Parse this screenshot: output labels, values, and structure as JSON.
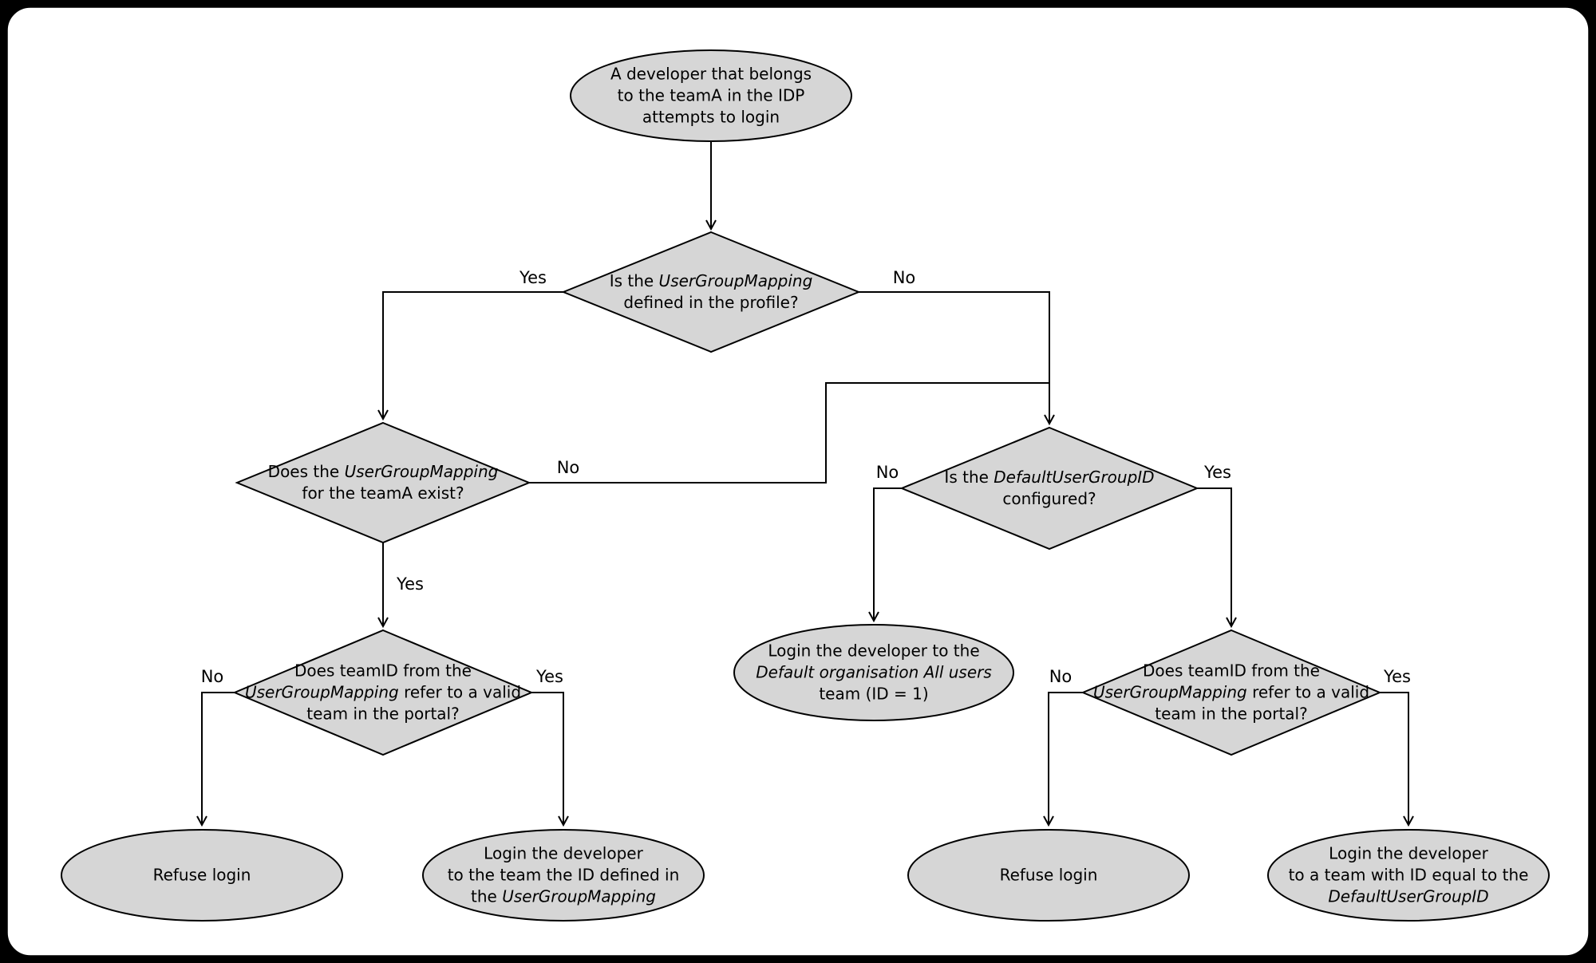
{
  "diagram": {
    "title": "Developer login team-mapping decision flowchart",
    "nodes": {
      "start": {
        "l1": "A developer that belongs",
        "l2": "to the teamA in the IDP",
        "l3": "attempts to login"
      },
      "d1": {
        "l1_normal": "Is the ",
        "l1_italic": "UserGroupMapping",
        "l2": "defined in the profile?"
      },
      "d2": {
        "l1_normal": "Does the ",
        "l1_italic": "UserGroupMapping",
        "l2": "for the teamA exist?"
      },
      "d3": {
        "l1_normal": "Is the ",
        "l1_italic": "DefaultUserGroupID",
        "l2": "configured?"
      },
      "d4": {
        "l1": "Does teamID from the",
        "l2_italic": "UserGroupMapping",
        "l2_rest": " refer to a valid",
        "l3": "team in the portal?"
      },
      "d5": {
        "l1": "Does teamID from the",
        "l2_italic": "UserGroupMapping",
        "l2_rest": " refer to a valid",
        "l3": "team in the portal?"
      },
      "default_org": {
        "l1": "Login the developer to the",
        "l2_italic": "Default organisation All users",
        "l3": "team (ID = 1)"
      },
      "refuse_left": {
        "l1": "Refuse login"
      },
      "login_mapping": {
        "l1": "Login the developer",
        "l2": "to the team the ID defined in",
        "l3_normal": "the ",
        "l3_italic": "UserGroupMapping"
      },
      "refuse_right": {
        "l1": "Refuse login"
      },
      "login_default": {
        "l1": "Login the developer",
        "l2": "to a team with ID equal to the",
        "l3_italic": "DefaultUserGroupID"
      }
    },
    "edges": [
      {
        "from": "start",
        "to": "d1",
        "label": ""
      },
      {
        "from": "d1",
        "to": "d2",
        "label": "Yes"
      },
      {
        "from": "d1",
        "to": "d3",
        "label": "No"
      },
      {
        "from": "d2",
        "to": "d3",
        "label": "No"
      },
      {
        "from": "d2",
        "to": "d4",
        "label": "Yes"
      },
      {
        "from": "d4",
        "to": "refuse_left",
        "label": "No"
      },
      {
        "from": "d4",
        "to": "login_mapping",
        "label": "Yes"
      },
      {
        "from": "d3",
        "to": "default_org",
        "label": "No"
      },
      {
        "from": "d3",
        "to": "d5",
        "label": "Yes"
      },
      {
        "from": "d5",
        "to": "refuse_right",
        "label": "No"
      },
      {
        "from": "d5",
        "to": "login_default",
        "label": "Yes"
      }
    ],
    "colors": {
      "node_fill": "#d6d6d6",
      "node_stroke": "#000000",
      "edge": "#000000",
      "canvas": "#ffffff",
      "frame": "#000000",
      "text": "#000000"
    }
  }
}
